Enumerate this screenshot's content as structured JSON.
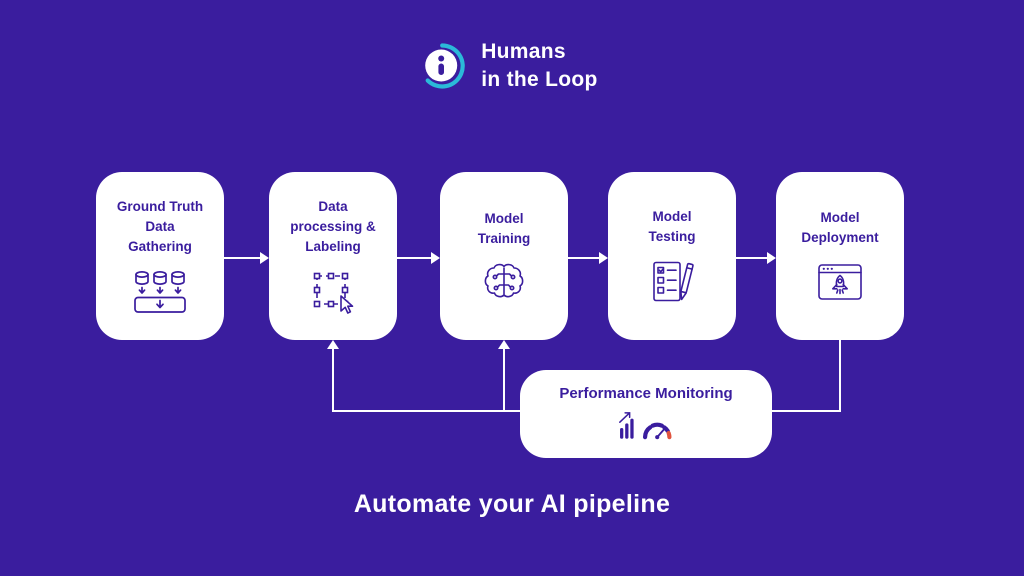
{
  "colors": {
    "background": "#3A1D9E",
    "card_background": "#FFFFFF",
    "card_text": "#3A1D9E",
    "connector": "#FFFFFF",
    "logo_teal": "#2BB9D9",
    "gauge_accent": "#E0533D"
  },
  "logo": {
    "icon": "humans-in-the-loop-logo",
    "text": "Humans\nin the Loop"
  },
  "flow": {
    "steps": [
      {
        "label": "Ground Truth\nData\nGathering",
        "icon": "database-gathering-icon"
      },
      {
        "label": "Data\nprocessing &\nLabeling",
        "icon": "annotation-selection-icon"
      },
      {
        "label": "Model\nTraining",
        "icon": "brain-circuit-icon"
      },
      {
        "label": "Model\nTesting",
        "icon": "checklist-pencil-icon"
      },
      {
        "label": "Model\nDeployment",
        "icon": "rocket-browser-icon"
      }
    ],
    "monitoring": {
      "label": "Performance Monitoring",
      "icon": "gauge-chart-icon"
    }
  },
  "caption": "Automate your AI pipeline"
}
